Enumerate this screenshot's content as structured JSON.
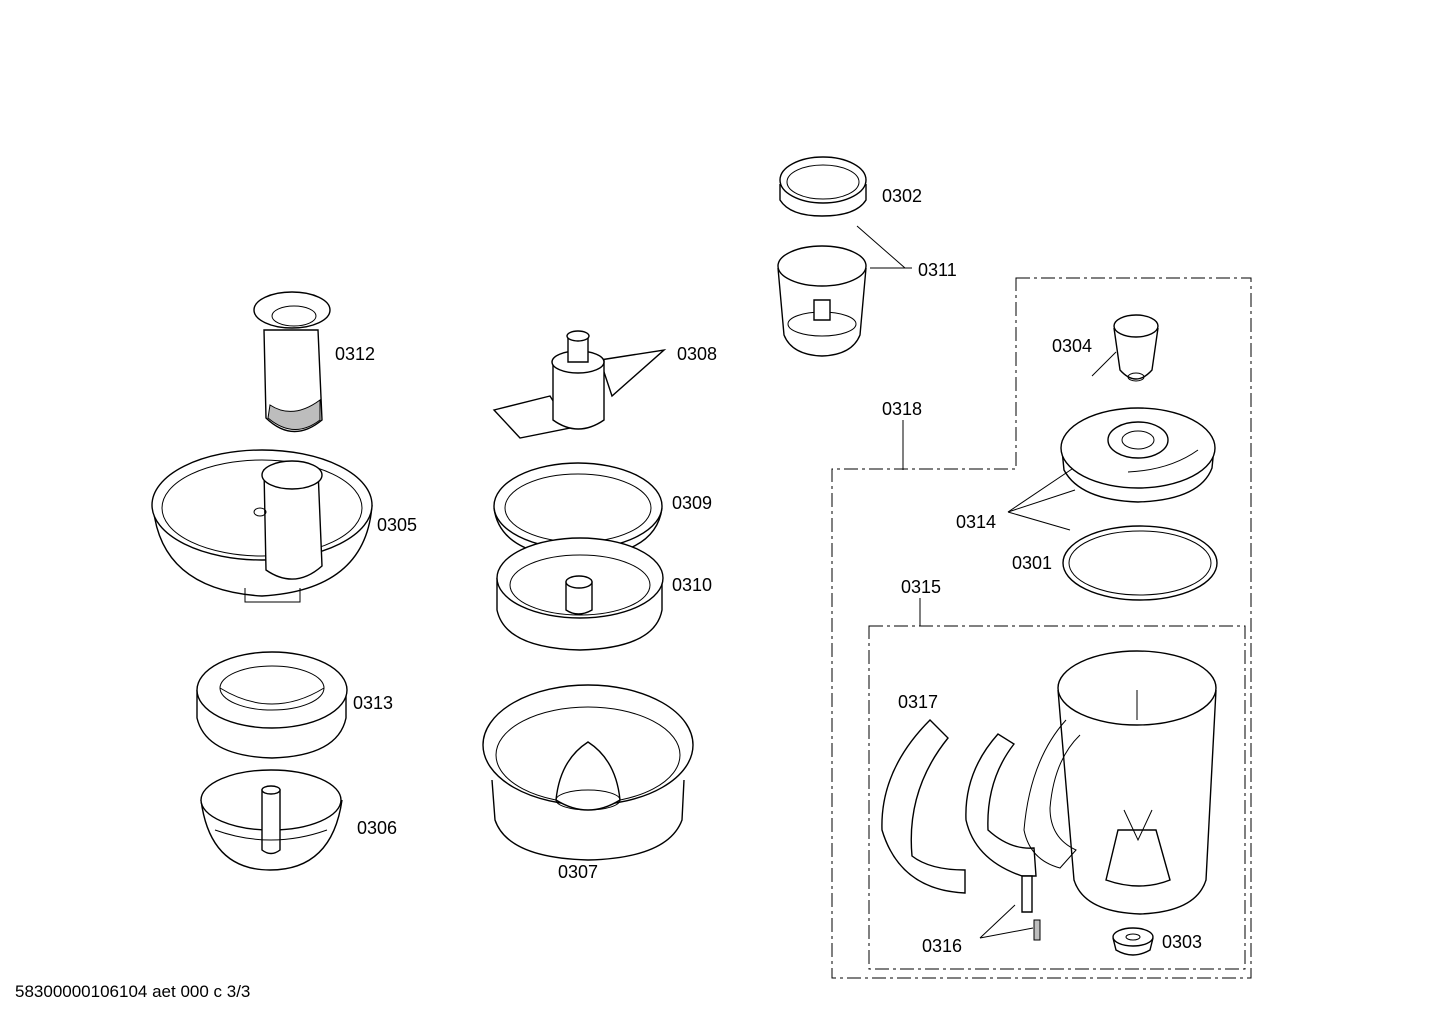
{
  "labels": {
    "p0302": "0302",
    "p0311": "0311",
    "p0312": "0312",
    "p0308": "0308",
    "p0304": "0304",
    "p0318": "0318",
    "p0305": "0305",
    "p0309": "0309",
    "p0314": "0314",
    "p0310": "0310",
    "p0301": "0301",
    "p0315": "0315",
    "p0313": "0313",
    "p0317": "0317",
    "p0306": "0306",
    "p0307": "0307",
    "p0316": "0316",
    "p0303": "0303"
  },
  "footer": "58300000106104 aet 000 c 3/3"
}
